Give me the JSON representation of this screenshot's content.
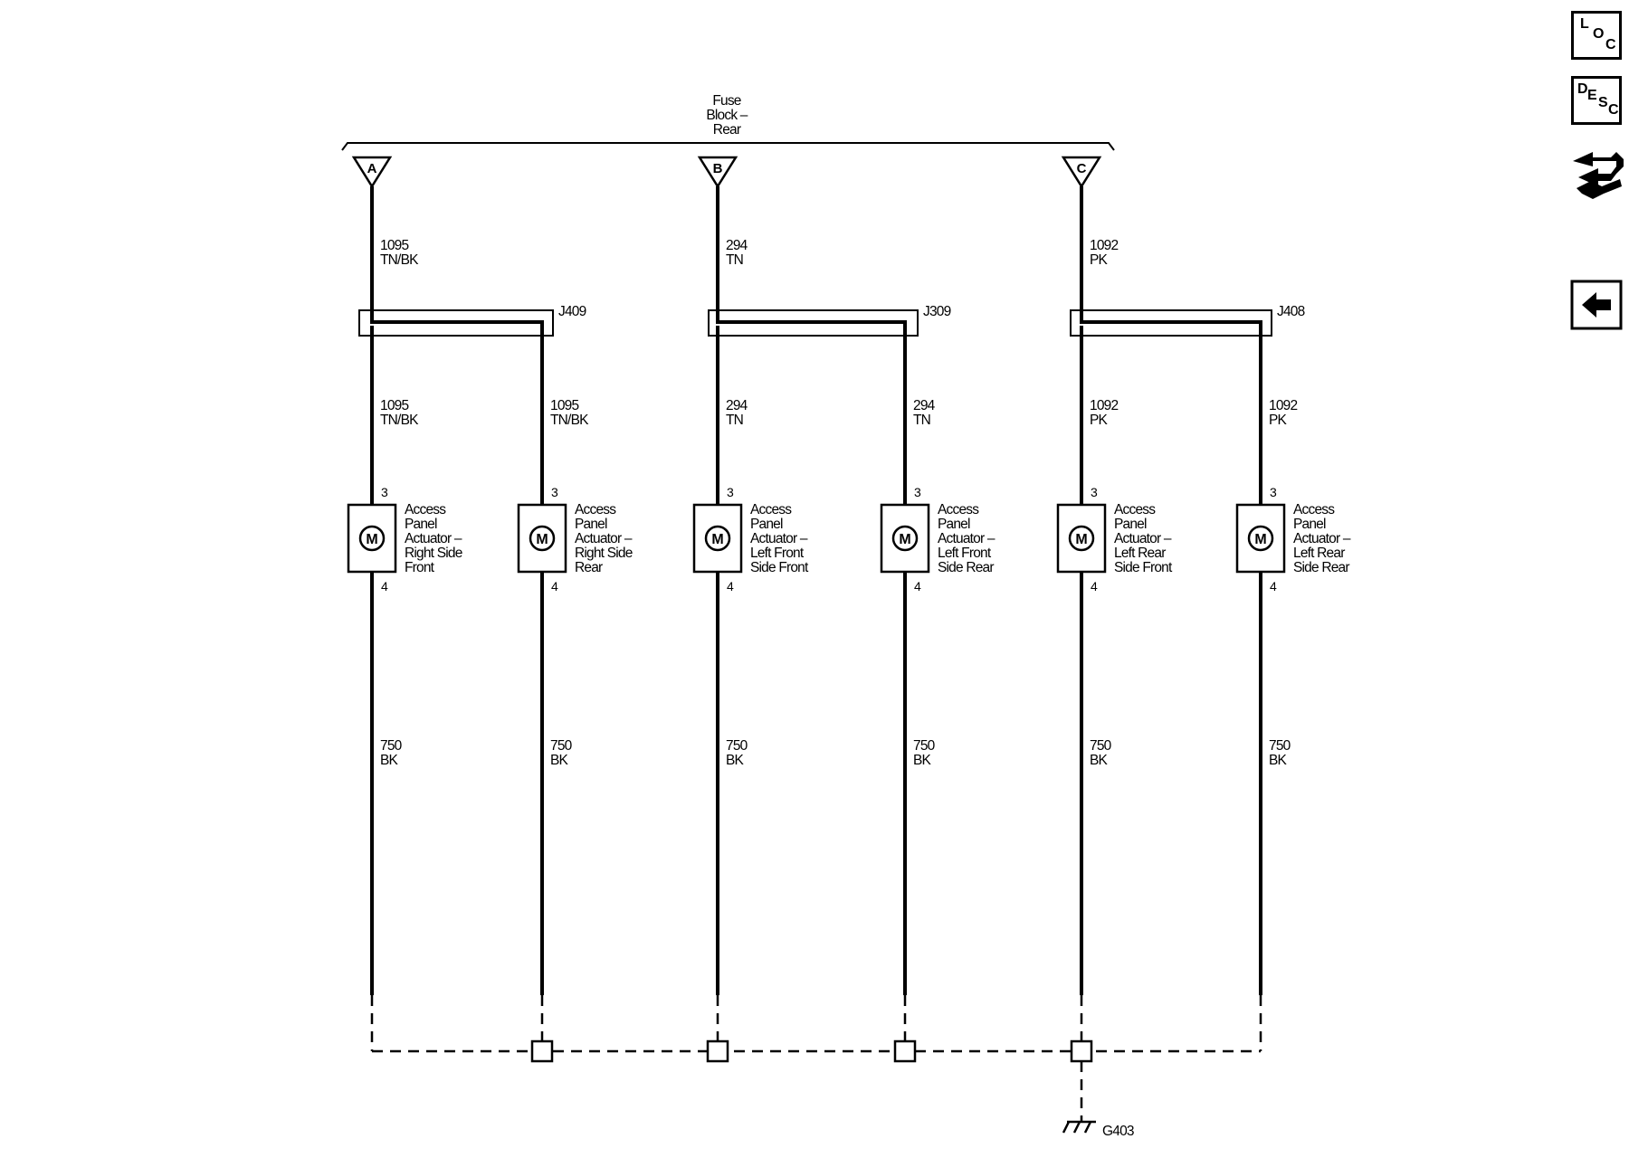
{
  "fuse_block_label": [
    "Fuse",
    "Block –",
    "Rear"
  ],
  "fuse_terminals": [
    {
      "id": "A",
      "circuit": "1095",
      "color": "TN/BK"
    },
    {
      "id": "B",
      "circuit": "294",
      "color": "TN"
    },
    {
      "id": "C",
      "circuit": "1092",
      "color": "PK"
    }
  ],
  "splices": [
    "J409",
    "J309",
    "J408"
  ],
  "actuators": [
    {
      "circuit": "1095",
      "color": "TN/BK",
      "pin_top": "3",
      "pin_bottom": "4",
      "motor": "M",
      "name": [
        "Access",
        "Panel",
        "Actuator –",
        "Right Side",
        "Front"
      ],
      "ground_circuit": "750",
      "ground_color": "BK"
    },
    {
      "circuit": "1095",
      "color": "TN/BK",
      "pin_top": "3",
      "pin_bottom": "4",
      "motor": "M",
      "name": [
        "Access",
        "Panel",
        "Actuator –",
        "Right Side",
        "Rear"
      ],
      "ground_circuit": "750",
      "ground_color": "BK"
    },
    {
      "circuit": "294",
      "color": "TN",
      "pin_top": "3",
      "pin_bottom": "4",
      "motor": "M",
      "name": [
        "Access",
        "Panel",
        "Actuator –",
        "Left Front",
        "Side Front"
      ],
      "ground_circuit": "750",
      "ground_color": "BK"
    },
    {
      "circuit": "294",
      "color": "TN",
      "pin_top": "3",
      "pin_bottom": "4",
      "motor": "M",
      "name": [
        "Access",
        "Panel",
        "Actuator –",
        "Left Front",
        "Side Rear"
      ],
      "ground_circuit": "750",
      "ground_color": "BK"
    },
    {
      "circuit": "1092",
      "color": "PK",
      "pin_top": "3",
      "pin_bottom": "4",
      "motor": "M",
      "name": [
        "Access",
        "Panel",
        "Actuator –",
        "Left Rear",
        "Side Front"
      ],
      "ground_circuit": "750",
      "ground_color": "BK"
    },
    {
      "circuit": "1092",
      "color": "PK",
      "pin_top": "3",
      "pin_bottom": "4",
      "motor": "M",
      "name": [
        "Access",
        "Panel",
        "Actuator –",
        "Left Rear",
        "Side Rear"
      ],
      "ground_circuit": "750",
      "ground_color": "BK"
    }
  ],
  "ground_label": "G403",
  "side_buttons": [
    {
      "name": "loc-button",
      "letters": [
        "L",
        "O",
        "C"
      ]
    },
    {
      "name": "desc-button",
      "letters": [
        "D",
        "E",
        "S",
        "C"
      ]
    }
  ],
  "icons": {
    "tool": "connector-tool-icon",
    "back": "back-arrow-icon"
  }
}
